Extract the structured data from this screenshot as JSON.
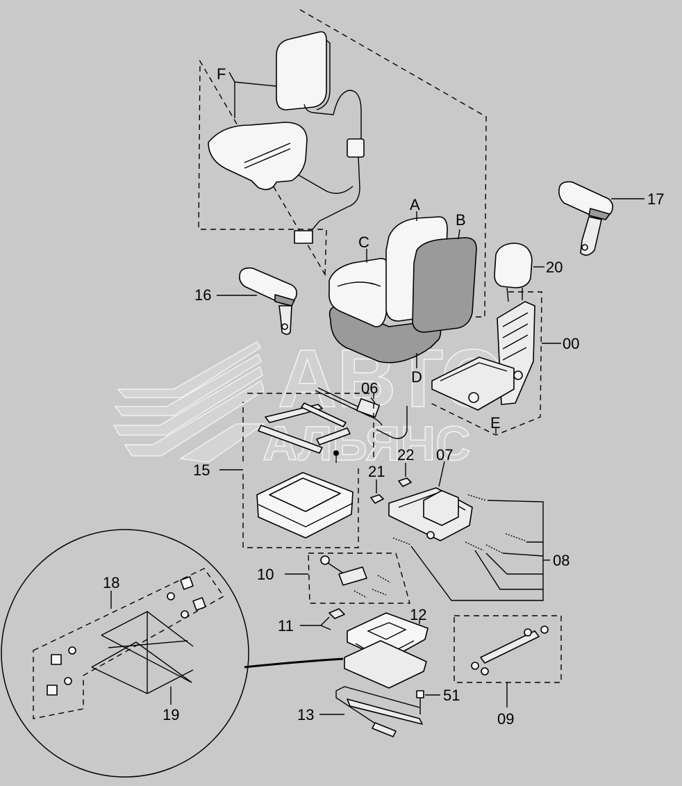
{
  "watermark": {
    "line1": "АВТО",
    "line2": "АЛЬЯНС"
  },
  "callouts": {
    "A": "A",
    "B": "B",
    "C": "C",
    "D": "D",
    "E": "E",
    "F": "F",
    "p00": "00",
    "p06": "06",
    "p07": "07",
    "p08": "08",
    "p09": "09",
    "p10": "10",
    "p11": "11",
    "p12": "12",
    "p13": "13",
    "p15": "15",
    "p16": "16",
    "p17": "17",
    "p18": "18",
    "p19": "19",
    "p20": "20",
    "p21": "21",
    "p22": "22",
    "p51": "51"
  }
}
